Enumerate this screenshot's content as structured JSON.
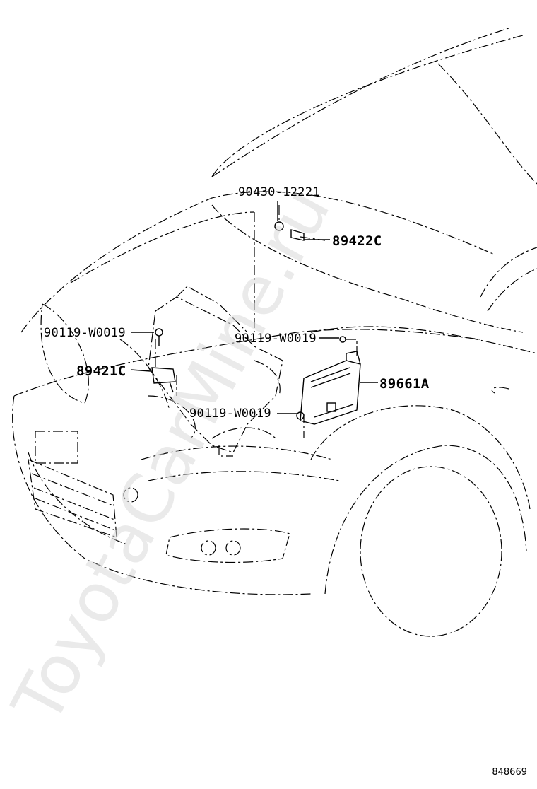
{
  "parts": {
    "bolt_top": "90430-12221",
    "sensor_top": "89422C",
    "bolt_left": "90119-W0019",
    "sensor_left": "89421C",
    "bolt_center": "90119-W0019",
    "bolt_lower": "90119-W0019",
    "ecu": "89661A"
  },
  "figure_id": "848669",
  "watermark": "ToyotaCarMine.ru"
}
